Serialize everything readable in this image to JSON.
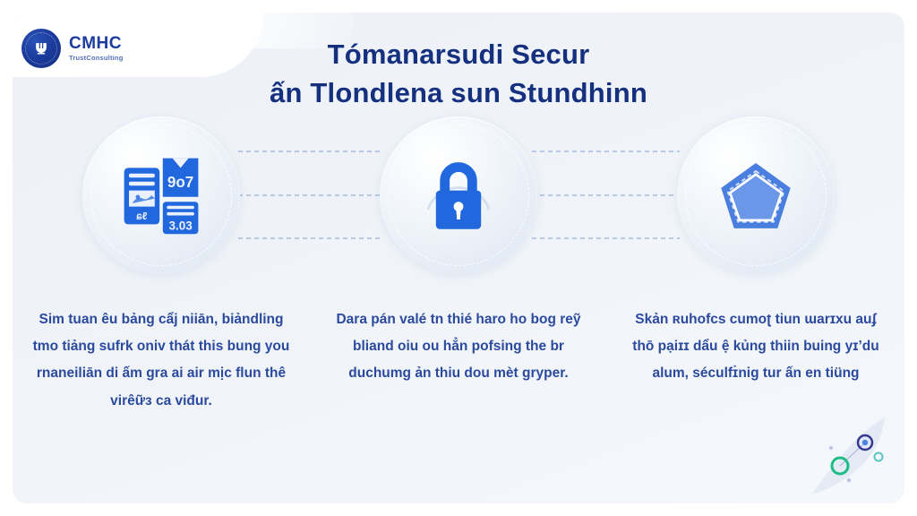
{
  "brand": {
    "name": "CMHC",
    "tagline": "TrustConsulting",
    "logo_icon": "circular-seal-cup-icon",
    "color": "#1b3c9e"
  },
  "header": {
    "title_line_1": "Tómanarsudi Secur",
    "title_line_2": "ấn Tlondlena sun Stundhinn",
    "title_color": "#15307f"
  },
  "colors": {
    "background": "#ffffff",
    "panel": "#eff3f8",
    "accent_blue": "#1f62dd",
    "icon_blue": "#2167dd",
    "body_text": "#2b4a9e",
    "bubble_edge": "#dbe4f0",
    "decor_green": "#0fb97f",
    "decor_navy": "#2b2f8f",
    "decor_teal": "#4fc3c0"
  },
  "steps": [
    {
      "id": "step-1",
      "icon": "documents-cards-icon",
      "icon_labels": [
        "9o7",
        "3.03"
      ],
      "text": "Sim tuan êu bảng cẩj niiān, biảndling tmo tiảng sufrk oniv thát this bung you rnaneiliān di ấm gra ai air mịc flun thê virêữɜ ca viđur."
    },
    {
      "id": "step-2",
      "icon": "padlock-icon",
      "icon_labels": [],
      "text": "Dara pán valé tn thié haro ho bog reỹ bliand oiu ou hẳn pofsing the br duchumg ản thiu dou mèt gryper."
    },
    {
      "id": "step-3",
      "icon": "pentagon-shield-icon",
      "icon_labels": [],
      "text": "Skản ʀuhofcs cumoʈ tiun ɯarɪxu auʄ thō pạiɪɪ dẩu ệ kủng thiin buing yɪʼdu alum, séculfɪ̇nig tur ấn en tiüng"
    }
  ],
  "connectors": {
    "style": "dashed",
    "count": 3,
    "color": "#8fa9d4"
  },
  "decor": {
    "name": "rocket-dots-decoration",
    "shapes": [
      "green-ring",
      "navy-ring",
      "teal-dot"
    ]
  }
}
